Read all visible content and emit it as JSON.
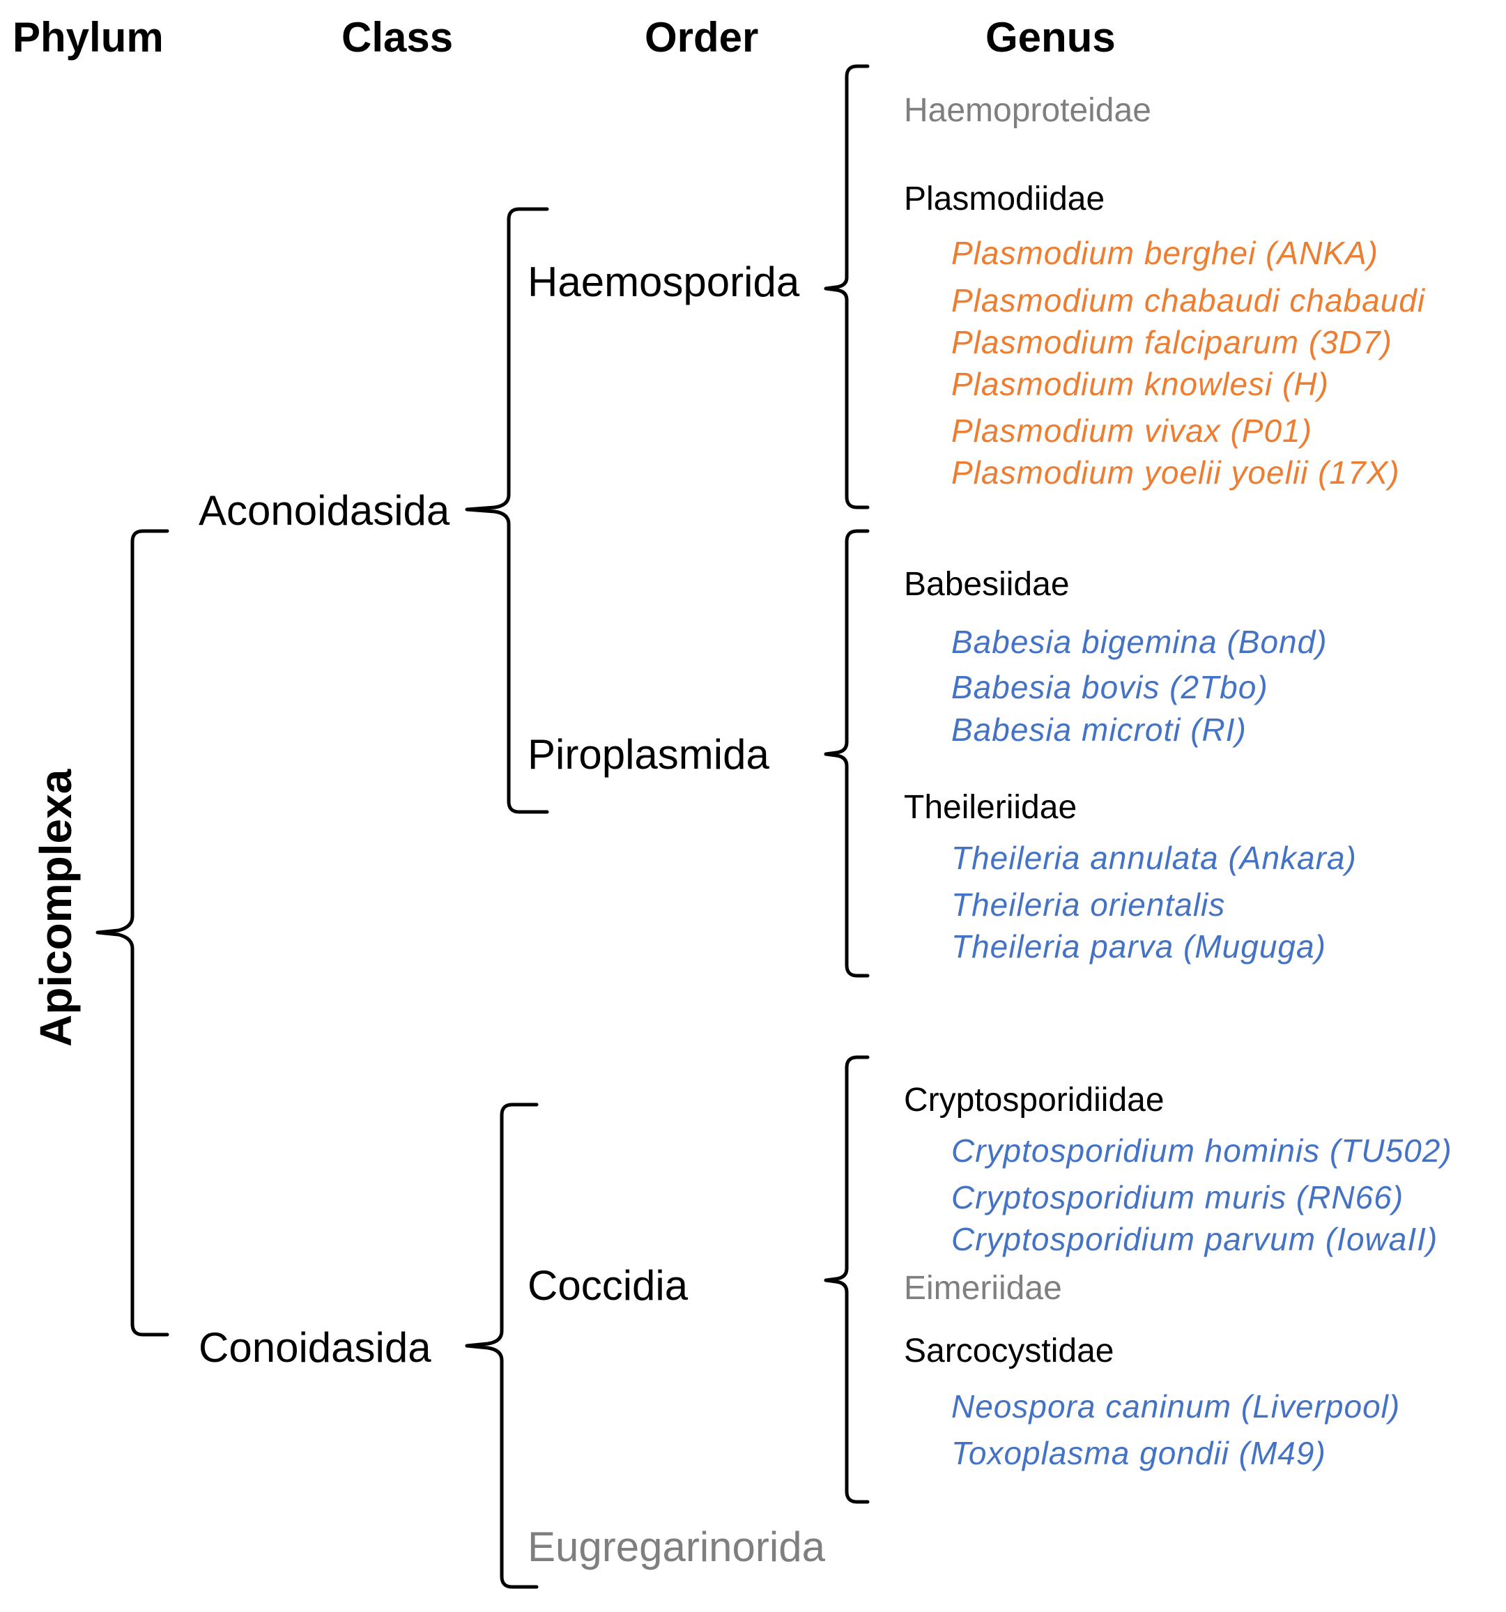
{
  "headers": {
    "phylum": "Phylum",
    "class": "Class",
    "order": "Order",
    "genus": "Genus"
  },
  "phylum": "Apicomplexa",
  "classes": [
    "Aconoidasida",
    "Conoidasida"
  ],
  "orders": [
    "Haemosporida",
    "Piroplasmida",
    "Coccidia",
    "Eugregarinorida"
  ],
  "families": [
    "Haemoproteidae",
    "Plasmodiidae",
    "Babesiidae",
    "Theileriidae",
    "Cryptosporidiidae",
    "Eimeriidae",
    "Sarcocystidae"
  ],
  "species": {
    "plasmodium": [
      "Plasmodium berghei (ANKA)",
      "Plasmodium chabaudi chabaudi",
      "Plasmodium falciparum (3D7)",
      "Plasmodium knowlesi (H)",
      "Plasmodium vivax (P01)",
      "Plasmodium yoelii yoelii (17X)"
    ],
    "babesia": [
      "Babesia bigemina (Bond)",
      "Babesia bovis (2Tbo)",
      "Babesia microti (RI)"
    ],
    "theileria": [
      "Theileria annulata (Ankara)",
      "Theileria orientalis",
      "Theileria parva (Muguga)"
    ],
    "cryptosporidium": [
      "Cryptosporidium hominis (TU502)",
      "Cryptosporidium muris (RN66)",
      "Cryptosporidium parvum (IowaII)"
    ],
    "sarcocystidae": [
      "Neospora caninum (Liverpool)",
      "Toxoplasma gondii (M49)"
    ]
  },
  "colors": {
    "text": "#000000",
    "greyed": "#7f7f7f",
    "plasmodium": "#ed7d31",
    "other_species": "#4472c4"
  }
}
